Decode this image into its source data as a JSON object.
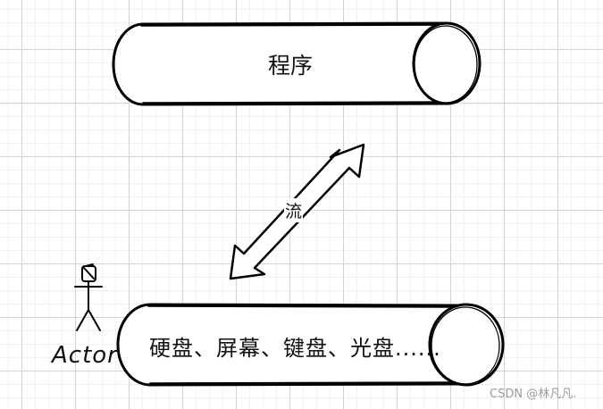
{
  "diagram": {
    "program_node": {
      "label": "程序",
      "shape": "cylinder-horizontal"
    },
    "devices_node": {
      "label": "硬盘、屏幕、键盘、光盘......",
      "shape": "cylinder-horizontal"
    },
    "connector": {
      "label": "流",
      "type": "double-headed-arrow"
    },
    "actor": {
      "label": "Actor",
      "icon": "stick-figure-icon"
    }
  },
  "watermark": {
    "text": "CSDN @林凡凡."
  },
  "colors": {
    "stroke": "#000000",
    "grid_major": "#d4d4d4",
    "grid_minor": "#f1f1f1",
    "watermark": "#9a9a9a"
  }
}
